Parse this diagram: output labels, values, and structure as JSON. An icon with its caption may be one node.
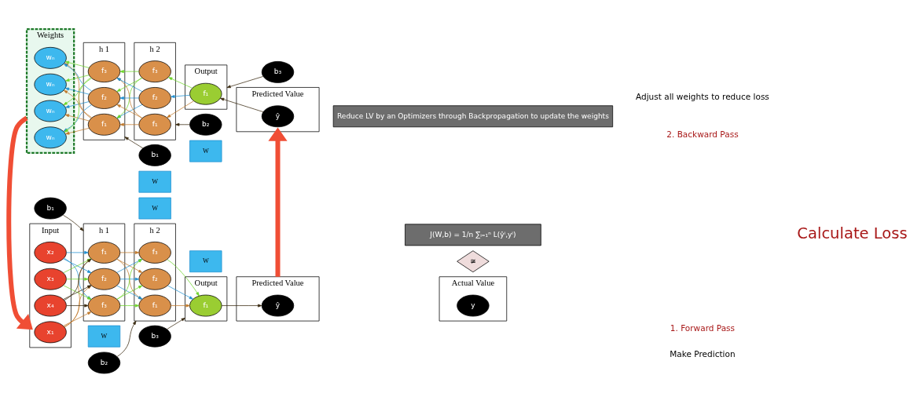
{
  "diagram": {
    "nodes": [
      {
        "text": [
          "Input"
        ]
      },
      {
        "text": [
          "x₁"
        ],
        "in": 0
      },
      {
        "text": [
          "x₂"
        ],
        "in": 0
      },
      {
        "text": [
          "x₃"
        ],
        "in": 0
      },
      {
        "text": [
          "x₄"
        ],
        "in": 0
      },
      {
        "text": [
          "h 1"
        ]
      },
      {
        "text": [
          "f₁"
        ],
        "in": 5
      },
      {
        "text": [
          "f₂"
        ],
        "in": 5
      },
      {
        "text": [
          "f₃"
        ],
        "in": 5
      },
      {
        "text": [
          "h 2"
        ]
      },
      {
        "text": [
          "f₁"
        ],
        "in": 9
      },
      {
        "text": [
          "f₂"
        ],
        "in": 9
      },
      {
        "text": [
          "f₃"
        ],
        "in": 9
      },
      {
        "text": [
          "Output"
        ]
      },
      {
        "text": [
          "f₁"
        ],
        "in": 13
      },
      {
        "text": [
          "b₁"
        ]
      },
      {
        "text": [
          "b₂"
        ]
      },
      {
        "text": [
          "b₃"
        ]
      },
      {
        "text": [
          "Predicted Value"
        ]
      },
      {
        "text": [
          "ŷ"
        ],
        "in": 18
      },
      {
        "text": [
          "Weights"
        ]
      },
      {
        "text": [
          "wₙ"
        ],
        "in": 20
      },
      {
        "text": [
          "wₙ"
        ],
        "in": 20
      },
      {
        "text": [
          "wₙ"
        ],
        "in": 20
      },
      {
        "text": [
          "wₙ"
        ],
        "in": 20
      },
      {
        "text": [
          "h 1"
        ]
      },
      {
        "text": [
          "f₁"
        ],
        "in": 25
      },
      {
        "text": [
          "f₂"
        ],
        "in": 25
      },
      {
        "text": [
          "f₃"
        ],
        "in": 25
      },
      {
        "text": [
          "h 2"
        ]
      },
      {
        "text": [
          "f₁"
        ],
        "in": 29
      },
      {
        "text": [
          "f₂"
        ],
        "in": 29
      },
      {
        "text": [
          "f₃"
        ],
        "in": 29
      },
      {
        "text": [
          "Output"
        ]
      },
      {
        "text": [
          "f₁"
        ],
        "in": 33
      },
      {
        "text": [
          "b₁"
        ]
      },
      {
        "text": [
          "b₂"
        ]
      },
      {
        "text": [
          "b₃"
        ]
      },
      {
        "text": [
          "Predicted Value"
        ]
      },
      {
        "text": [
          "ŷ"
        ],
        "in": 38
      },
      {
        "text": [
          "J(W,b) = 1/n ∑ᵢ₌₁ⁿ L(ŷⁱ,yⁱ)"
        ]
      },
      {
        "text": [
          "≆"
        ]
      },
      {
        "text": [
          "Actual Value"
        ]
      },
      {
        "text": [
          "y"
        ],
        "in": 42
      },
      {
        "text": [
          "Reduce LV by an Optimizers through Backpropagation to update the weights"
        ]
      }
    ],
    "edges": [
      {
        "from": 1,
        "to": 6,
        "arrow": "to",
        "color": "#c07a2c"
      },
      {
        "from": 1,
        "to": 7,
        "arrow": "to",
        "color": "#c07a2c"
      },
      {
        "from": 1,
        "to": 8,
        "arrow": "to",
        "color": "#c07a2c"
      },
      {
        "from": 2,
        "to": 6,
        "arrow": "to",
        "color": "#1f8fd0"
      },
      {
        "from": 2,
        "to": 7,
        "arrow": "to",
        "color": "#1f8fd0"
      },
      {
        "from": 2,
        "to": 8,
        "arrow": "to",
        "color": "#1f8fd0"
      },
      {
        "from": 3,
        "to": 6,
        "arrow": "to",
        "color": "#6cd42a"
      },
      {
        "from": 3,
        "to": 7,
        "arrow": "to",
        "color": "#6cd42a"
      },
      {
        "from": 3,
        "to": 8,
        "arrow": "to",
        "color": "#6cd42a"
      },
      {
        "from": 4,
        "to": 6,
        "arrow": "to",
        "color": "#3a2a10"
      },
      {
        "from": 4,
        "to": 7,
        "arrow": "to",
        "color": "#3a2a10"
      },
      {
        "from": 4,
        "to": 8,
        "arrow": "to",
        "color": "#3a2a10"
      },
      {
        "from": 6,
        "to": 10,
        "arrow": "to",
        "color": "#c07a2c"
      },
      {
        "from": 6,
        "to": 11,
        "arrow": "to",
        "color": "#c07a2c"
      },
      {
        "from": 6,
        "to": 12,
        "arrow": "to",
        "color": "#c07a2c"
      },
      {
        "from": 7,
        "to": 10,
        "arrow": "to",
        "color": "#1f8fd0"
      },
      {
        "from": 7,
        "to": 11,
        "arrow": "to",
        "color": "#1f8fd0"
      },
      {
        "from": 7,
        "to": 12,
        "arrow": "to",
        "color": "#1f8fd0"
      },
      {
        "from": 8,
        "to": 10,
        "arrow": "to",
        "color": "#6cd42a"
      },
      {
        "from": 8,
        "to": 11,
        "arrow": "to",
        "color": "#6cd42a"
      },
      {
        "from": 8,
        "to": 12,
        "arrow": "to",
        "color": "#6cd42a"
      },
      {
        "from": 10,
        "to": 14,
        "arrow": "to",
        "color": "#c07a2c"
      },
      {
        "from": 11,
        "to": 14,
        "arrow": "to",
        "color": "#1f8fd0"
      },
      {
        "from": 12,
        "to": 14,
        "arrow": "to",
        "color": "#6cd42a"
      },
      {
        "from": 15,
        "to": 5,
        "arrow": "to",
        "color": "#3a2a10"
      },
      {
        "from": 16,
        "to": 9,
        "arrow": "to",
        "color": "#3a2a10"
      },
      {
        "from": 17,
        "to": 13,
        "arrow": "to",
        "color": "#3a2a10"
      },
      {
        "from": 14,
        "to": 19,
        "arrow": "to",
        "color": "#3a2a10"
      },
      {
        "from": 18,
        "to": 38,
        "arrow": "to",
        "style": "thick",
        "color": "#f04e35"
      },
      {
        "from": 20,
        "to": 0,
        "arrow": "to",
        "style": "thick",
        "color": "#f04e35"
      },
      {
        "from": 39,
        "to": 34,
        "arrow": "to",
        "color": "#3a2a10"
      },
      {
        "from": 34,
        "to": 30,
        "arrow": "to",
        "color": "#c07a2c"
      },
      {
        "from": 34,
        "to": 31,
        "arrow": "to",
        "color": "#1f8fd0"
      },
      {
        "from": 34,
        "to": 32,
        "arrow": "to",
        "color": "#6cd42a"
      },
      {
        "from": 30,
        "to": 26,
        "arrow": "to",
        "color": "#c07a2c"
      },
      {
        "from": 30,
        "to": 27,
        "arrow": "to",
        "color": "#c07a2c"
      },
      {
        "from": 30,
        "to": 28,
        "arrow": "to",
        "color": "#c07a2c"
      },
      {
        "from": 31,
        "to": 26,
        "arrow": "to",
        "color": "#1f8fd0"
      },
      {
        "from": 31,
        "to": 27,
        "arrow": "to",
        "color": "#1f8fd0"
      },
      {
        "from": 31,
        "to": 28,
        "arrow": "to",
        "color": "#1f8fd0"
      },
      {
        "from": 32,
        "to": 26,
        "arrow": "to",
        "color": "#6cd42a"
      },
      {
        "from": 32,
        "to": 27,
        "arrow": "to",
        "color": "#6cd42a"
      },
      {
        "from": 32,
        "to": 28,
        "arrow": "to",
        "color": "#6cd42a"
      },
      {
        "from": 26,
        "to": 21,
        "arrow": "to",
        "color": "#c07a2c"
      },
      {
        "from": 26,
        "to": 22,
        "arrow": "to",
        "color": "#c07a2c"
      },
      {
        "from": 26,
        "to": 23,
        "arrow": "to",
        "color": "#c07a2c"
      },
      {
        "from": 26,
        "to": 24,
        "arrow": "to",
        "color": "#c07a2c"
      },
      {
        "from": 27,
        "to": 21,
        "arrow": "to",
        "color": "#1f8fd0"
      },
      {
        "from": 27,
        "to": 22,
        "arrow": "to",
        "color": "#1f8fd0"
      },
      {
        "from": 27,
        "to": 23,
        "arrow": "to",
        "color": "#1f8fd0"
      },
      {
        "from": 27,
        "to": 24,
        "arrow": "to",
        "color": "#1f8fd0"
      },
      {
        "from": 28,
        "to": 21,
        "arrow": "to",
        "color": "#6cd42a"
      },
      {
        "from": 28,
        "to": 22,
        "arrow": "to",
        "color": "#6cd42a"
      },
      {
        "from": 28,
        "to": 23,
        "arrow": "to",
        "color": "#6cd42a"
      },
      {
        "from": 28,
        "to": 24,
        "arrow": "to",
        "color": "#6cd42a"
      },
      {
        "from": 35,
        "to": 25,
        "arrow": "to",
        "color": "#3a2a10"
      },
      {
        "from": 36,
        "to": 29,
        "arrow": "to",
        "color": "#3a2a10"
      },
      {
        "from": 37,
        "to": 33,
        "arrow": "to",
        "color": "#3a2a10"
      }
    ],
    "labels": [
      "W",
      "W",
      "W",
      "1. Forward Pass",
      "Make Prediction",
      "Calculate Loss",
      "W",
      "W",
      "2. Backward Pass",
      "Adjust all weights to reduce loss"
    ]
  }
}
